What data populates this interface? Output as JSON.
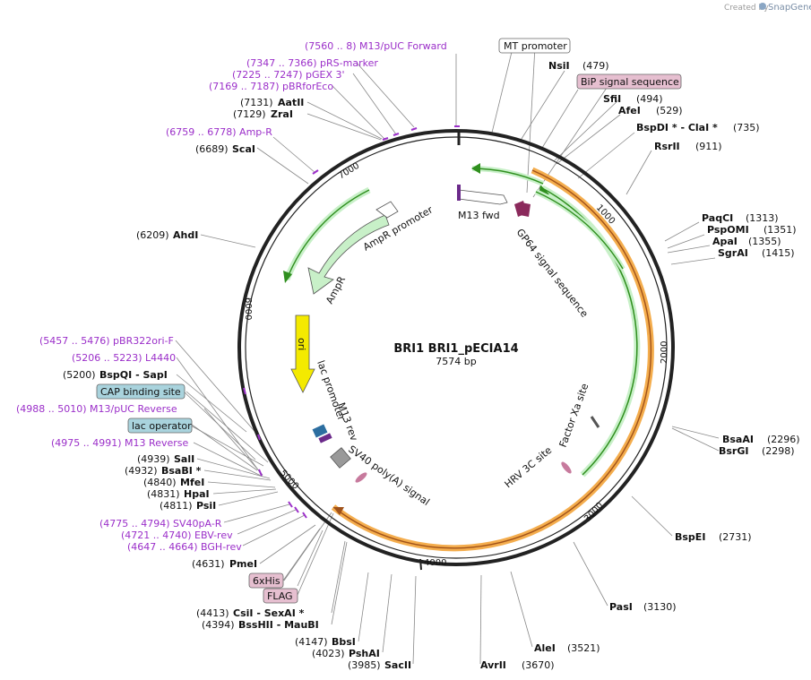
{
  "header": {
    "created_by": "Created by",
    "brand": "SnapGene"
  },
  "map": {
    "name": "BRI1 BRI1_pECIA14",
    "length": "7574 bp",
    "total_bp": 7574
  },
  "ticks": [
    "1000",
    "2000",
    "3000",
    "4000",
    "5000",
    "6000",
    "7000"
  ],
  "features": [
    {
      "name": "M13 fwd",
      "color": "#ffffff"
    },
    {
      "name": "GP64 signal sequence",
      "color": "#8b2a5c"
    },
    {
      "name": "AmpR promoter",
      "color": "#ffffff"
    },
    {
      "name": "AmpR",
      "color": "#c8f0c8"
    },
    {
      "name": "ori",
      "color": "#f4ea00"
    },
    {
      "name": "lac promoter",
      "color": "#ffffff"
    },
    {
      "name": "M13 rev",
      "color": "#ffffff"
    },
    {
      "name": "SV40 poly(A) signal",
      "color": "#999999"
    },
    {
      "name": "HRV 3C site",
      "color": "#c77a9d"
    },
    {
      "name": "Factor Xa site",
      "color": "#ffffff"
    }
  ],
  "boxed_labels": [
    {
      "text": "MT promoter",
      "fill": "#ffffff"
    },
    {
      "text": "BiP signal sequence",
      "fill": "#e6bfd0"
    },
    {
      "text": "CAP binding site",
      "fill": "#a9d3dd"
    },
    {
      "text": "lac operator",
      "fill": "#a9d3dd"
    },
    {
      "text": "6xHis",
      "fill": "#e6bfd0"
    },
    {
      "text": "FLAG",
      "fill": "#e6bfd0"
    }
  ],
  "enzymes_right": [
    {
      "name": "NsiI",
      "pos": "(479)"
    },
    {
      "name": "SfiI",
      "pos": "(494)"
    },
    {
      "name": "AfeI",
      "pos": "(529)"
    },
    {
      "name": "BspDI * - ClaI *",
      "pos": "(735)"
    },
    {
      "name": "RsrII",
      "pos": "(911)"
    },
    {
      "name": "PaqCI",
      "pos": "(1313)"
    },
    {
      "name": "PspOMI",
      "pos": "(1351)"
    },
    {
      "name": "ApaI",
      "pos": "(1355)"
    },
    {
      "name": "SgrAI",
      "pos": "(1415)"
    },
    {
      "name": "BsaAI",
      "pos": "(2296)"
    },
    {
      "name": "BsrGI",
      "pos": "(2298)"
    },
    {
      "name": "BspEI",
      "pos": "(2731)"
    },
    {
      "name": "PasI",
      "pos": "(3130)"
    },
    {
      "name": "AleI",
      "pos": "(3521)"
    }
  ],
  "enzymes_bottom": [
    {
      "name": "AvrII",
      "pos": "(3670)"
    },
    {
      "name": "SacII",
      "pos": "(3985)"
    },
    {
      "name": "PshAI",
      "pos": "(4023)"
    },
    {
      "name": "BbsI",
      "pos": "(4147)"
    },
    {
      "name": "BssHII - MauBI",
      "pos": "(4394)"
    },
    {
      "name": "CsiI - SexAI *",
      "pos": "(4413)"
    },
    {
      "name": "PmeI",
      "pos": "(4631)"
    }
  ],
  "enzymes_left": [
    {
      "name": "PsiI",
      "pos": "(4811)"
    },
    {
      "name": "HpaI",
      "pos": "(4831)"
    },
    {
      "name": "MfeI",
      "pos": "(4840)"
    },
    {
      "name": "BsaBI *",
      "pos": "(4932)"
    },
    {
      "name": "SalI",
      "pos": "(4939)"
    },
    {
      "name": "BspQI - SapI",
      "pos": "(5200)"
    },
    {
      "name": "AhdI",
      "pos": "(6209)"
    },
    {
      "name": "ScaI",
      "pos": "(6689)"
    },
    {
      "name": "ZraI",
      "pos": "(7129)"
    },
    {
      "name": "AatII",
      "pos": "(7131)"
    }
  ],
  "primers": [
    {
      "text": "(7560 .. 8)  M13/pUC Forward"
    },
    {
      "text": "(7347 .. 7366)  pRS-marker"
    },
    {
      "text": "(7225 .. 7247)  pGEX 3'"
    },
    {
      "text": "(7169 .. 7187)  pBRforEco"
    },
    {
      "text": "(6759 .. 6778)  Amp-R"
    },
    {
      "text": "(5457 .. 5476)  pBR322ori-F"
    },
    {
      "text": "(5206 .. 5223)  L4440"
    },
    {
      "text": "(4988 .. 5010)  M13/pUC Reverse"
    },
    {
      "text": "(4975 .. 4991)  M13 Reverse"
    },
    {
      "text": "(4775 .. 4794)  SV40pA-R"
    },
    {
      "text": "(4721 .. 4740)  EBV-rev"
    },
    {
      "text": "(4647 .. 4664)  BGH-rev"
    }
  ],
  "colors": {
    "backbone": "#222222",
    "primer": "#9b2fc9",
    "orf_orange": "#f3a43a",
    "orf_green": "#2f8f1e",
    "leader_line": "#888888"
  }
}
